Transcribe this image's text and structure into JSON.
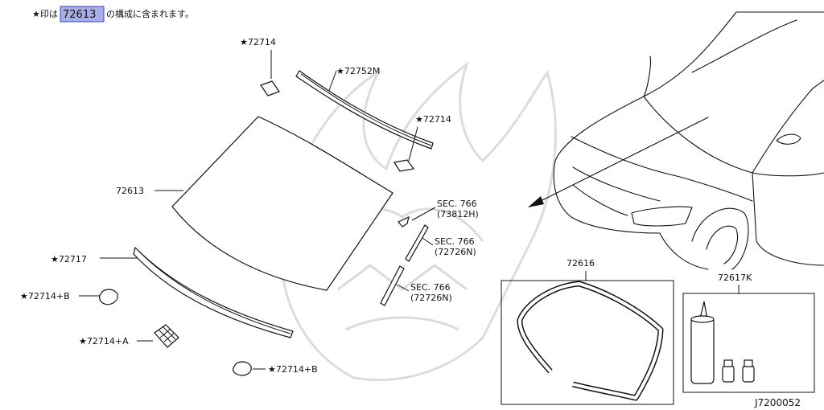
{
  "note": {
    "prefix": "★印は",
    "highlight": "72613",
    "suffix": "の構成に含まれます。"
  },
  "labels": {
    "part_72714_top": "★72714",
    "part_72752M": "★72752M",
    "part_72714_mid": "★72714",
    "part_72613": "72613",
    "sec_766_a": "SEC. 766",
    "sec_766_a_code": "(73812H)",
    "sec_766_b": "SEC. 766",
    "sec_766_b_code": "(72726N)",
    "sec_766_c": "SEC. 766",
    "sec_766_c_code": "(72726N)",
    "part_72717": "★72717",
    "part_72714B_left": "★72714+B",
    "part_72714A": "★72714+A",
    "part_72714B_bottom": "★72714+B",
    "part_72616": "72616",
    "part_72617K": "72617K"
  },
  "diagram_id": "J7200052",
  "colors": {
    "highlight_fill": "#a7aee6",
    "highlight_border": "#3b46b8",
    "line": "#111111",
    "watermark": "#dcdcdc"
  }
}
